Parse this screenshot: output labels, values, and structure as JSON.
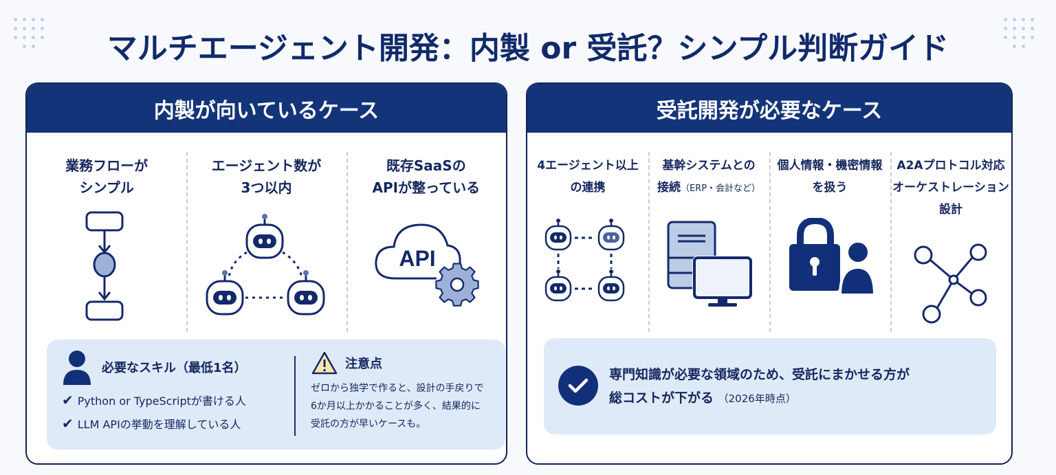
{
  "title": "マルチエージェント開発：内製 or 受託？シンプル判断ガイド",
  "colors": {
    "navy": "#133479",
    "light_box": "#dfeaf8",
    "accent_light": "#9db0d8"
  },
  "left_panel": {
    "header": "内製が向いているケース",
    "columns": [
      {
        "line1": "業務フローが",
        "line2": "シンプル",
        "icon": "flowchart-icon"
      },
      {
        "line1": "エージェント数が",
        "line2": "3つ以内",
        "icon": "three-robots-icon"
      },
      {
        "line1": "既存SaaSの",
        "line2": "APIが整っている",
        "icon": "cloud-api-gear-icon",
        "icon_text": "API"
      }
    ],
    "skills": {
      "title": "必要なスキル（最低1名）",
      "items": [
        "Python or TypeScriptが書ける人",
        "LLM APIの挙動を理解している人"
      ]
    },
    "caution": {
      "title": "注意点",
      "lines": [
        "ゼロから独学で作ると、設計の手戻りで",
        "6か月以上かかることが多く、結果的に",
        "受託の方が早いケースも。"
      ]
    }
  },
  "right_panel": {
    "header": "受託開発が必要なケース",
    "columns": [
      {
        "line1": "4エージェント以上",
        "line2": "の連携",
        "icon": "four-robots-icon"
      },
      {
        "line1": "基幹システムとの",
        "line2": "接続",
        "line2_small": "（ERP・会計など）",
        "icon": "server-monitor-icon"
      },
      {
        "line1": "個人情報・機密情報",
        "line2": "を扱う",
        "icon": "lock-person-icon"
      },
      {
        "line1": "A2Aプロトコル対応",
        "line2": "オーケストレーション設計",
        "icon": "network-nodes-icon"
      }
    ],
    "conclusion": {
      "line1": "専門知識が必要な領域のため、受託にまかせる方が",
      "line2": "総コストが下がる",
      "note": "（2026年時点）"
    }
  }
}
